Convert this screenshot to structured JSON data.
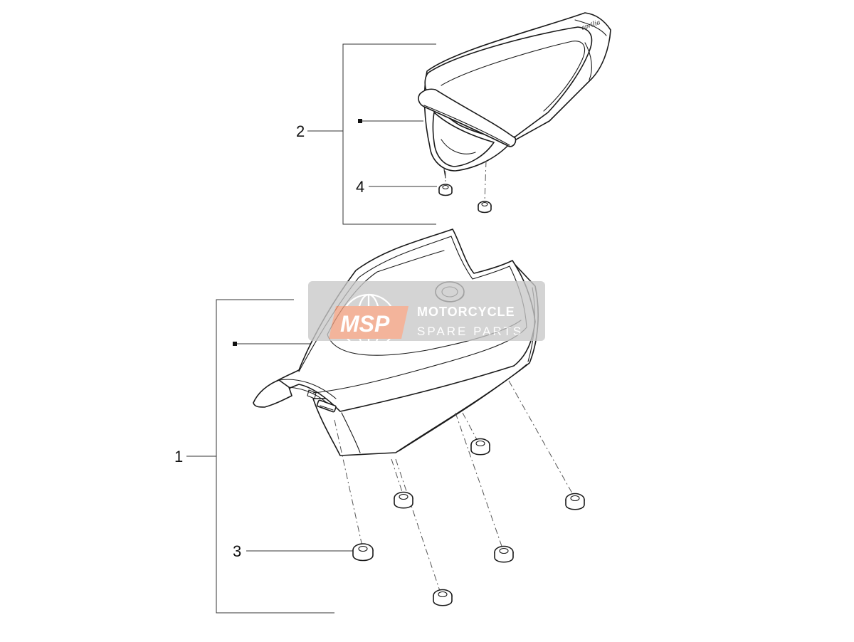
{
  "callouts": {
    "c1": "1",
    "c2": "2",
    "c3": "3",
    "c4": "4"
  },
  "watermark": {
    "logo_text": "MSP",
    "line1": "MOTORCYCLE",
    "line2": "SPARE PARTS"
  },
  "seat_logo": "aprilia",
  "colors": {
    "ink": "#1a1a1a",
    "watermark_box": "#c8c8c8",
    "watermark_logo": "#f0a080",
    "watermark_text": "#ffffff"
  }
}
